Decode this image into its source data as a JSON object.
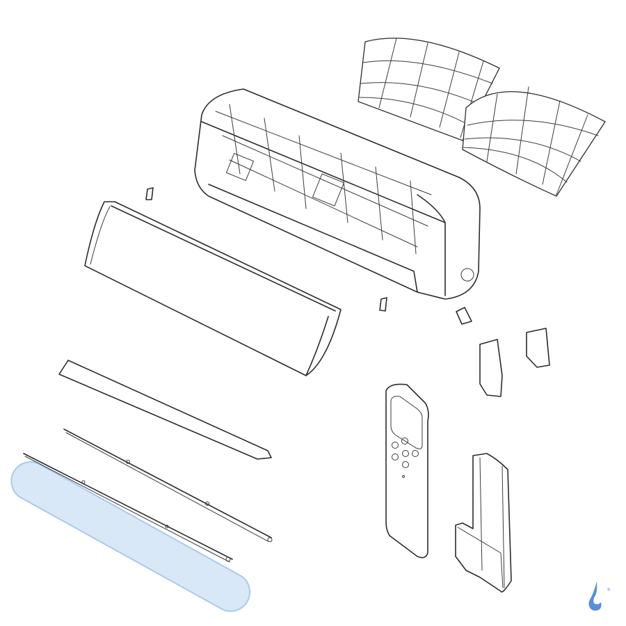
{
  "diagram": {
    "kind": "exploded-parts-view",
    "highlighted_part": "lower-horizontal-flap-rod",
    "colors": {
      "line": "#2b2b2b",
      "highlight_fill": "#d9e8f7",
      "highlight_stroke": "#a9c9ec",
      "logo": "#5b8fd6"
    },
    "parts": [
      "air-filter-left",
      "air-filter-right",
      "indoor-unit-chassis",
      "front-panel",
      "panel-clip-left",
      "panel-clip-right",
      "wall-bracket-clip",
      "side-cover-left",
      "side-cover-right",
      "deflector-blade",
      "flap-link-rod",
      "lower-horizontal-flap-rod",
      "remote-control",
      "remote-holder"
    ]
  },
  "logo": {
    "icon": "water-drop-logo-icon",
    "mark": "®"
  }
}
